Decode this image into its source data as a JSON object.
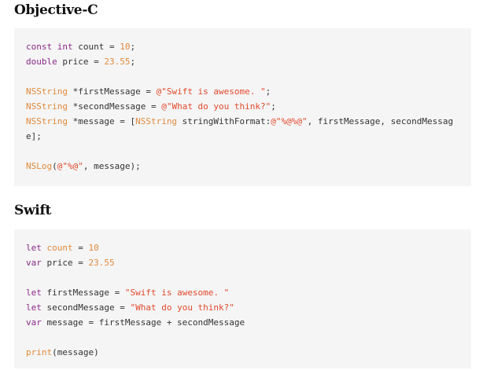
{
  "sections": {
    "objc": {
      "title": "Objective-C"
    },
    "swift": {
      "title": "Swift"
    }
  },
  "objc": {
    "l1": {
      "kw1": "const",
      "kw2": "int",
      "rest": " count = ",
      "num": "10",
      "end": ";"
    },
    "l2": {
      "kw": "double",
      "rest": " price = ",
      "num": "23.55",
      "end": ";"
    },
    "l3": {
      "type": "NSString",
      "rest": " *firstMessage = ",
      "str": "@\"Swift is awesome. \"",
      "end": ";"
    },
    "l4": {
      "type": "NSString",
      "rest": " *secondMessage = ",
      "str": "@\"What do you think?\"",
      "end": ";"
    },
    "l5": {
      "type": "NSString",
      "rest1": " *message = [",
      "type2": "NSString",
      "rest2": " stringWithFormat:",
      "str": "@\"%@%@\"",
      "rest3": ", firstMessage, secondMessag"
    },
    "l6": {
      "rest": "e];"
    },
    "l7": {
      "fn": "NSLog",
      "open": "(",
      "str": "@\"%@\"",
      "rest": ", message);"
    }
  },
  "swift": {
    "l1": {
      "kw": "let",
      "sp": " ",
      "var": "count",
      "rest": " = ",
      "num": "10"
    },
    "l2": {
      "kw": "var",
      "rest": " price = ",
      "num": "23.55"
    },
    "l3": {
      "kw": "let",
      "rest": " firstMessage = ",
      "str": "\"Swift is awesome. \""
    },
    "l4": {
      "kw": "let",
      "rest": " secondMessage = ",
      "str": "\"What do you think?\""
    },
    "l5": {
      "kw": "var",
      "rest": " message = firstMessage + secondMessage"
    },
    "l6": {
      "fn": "print",
      "rest": "(message)"
    }
  },
  "colors": {
    "keyword": "#8a2a8a",
    "type": "#e08a3c",
    "string": "#e24a2d",
    "number": "#e08a3c",
    "block_bg": "#f5f5f5"
  }
}
